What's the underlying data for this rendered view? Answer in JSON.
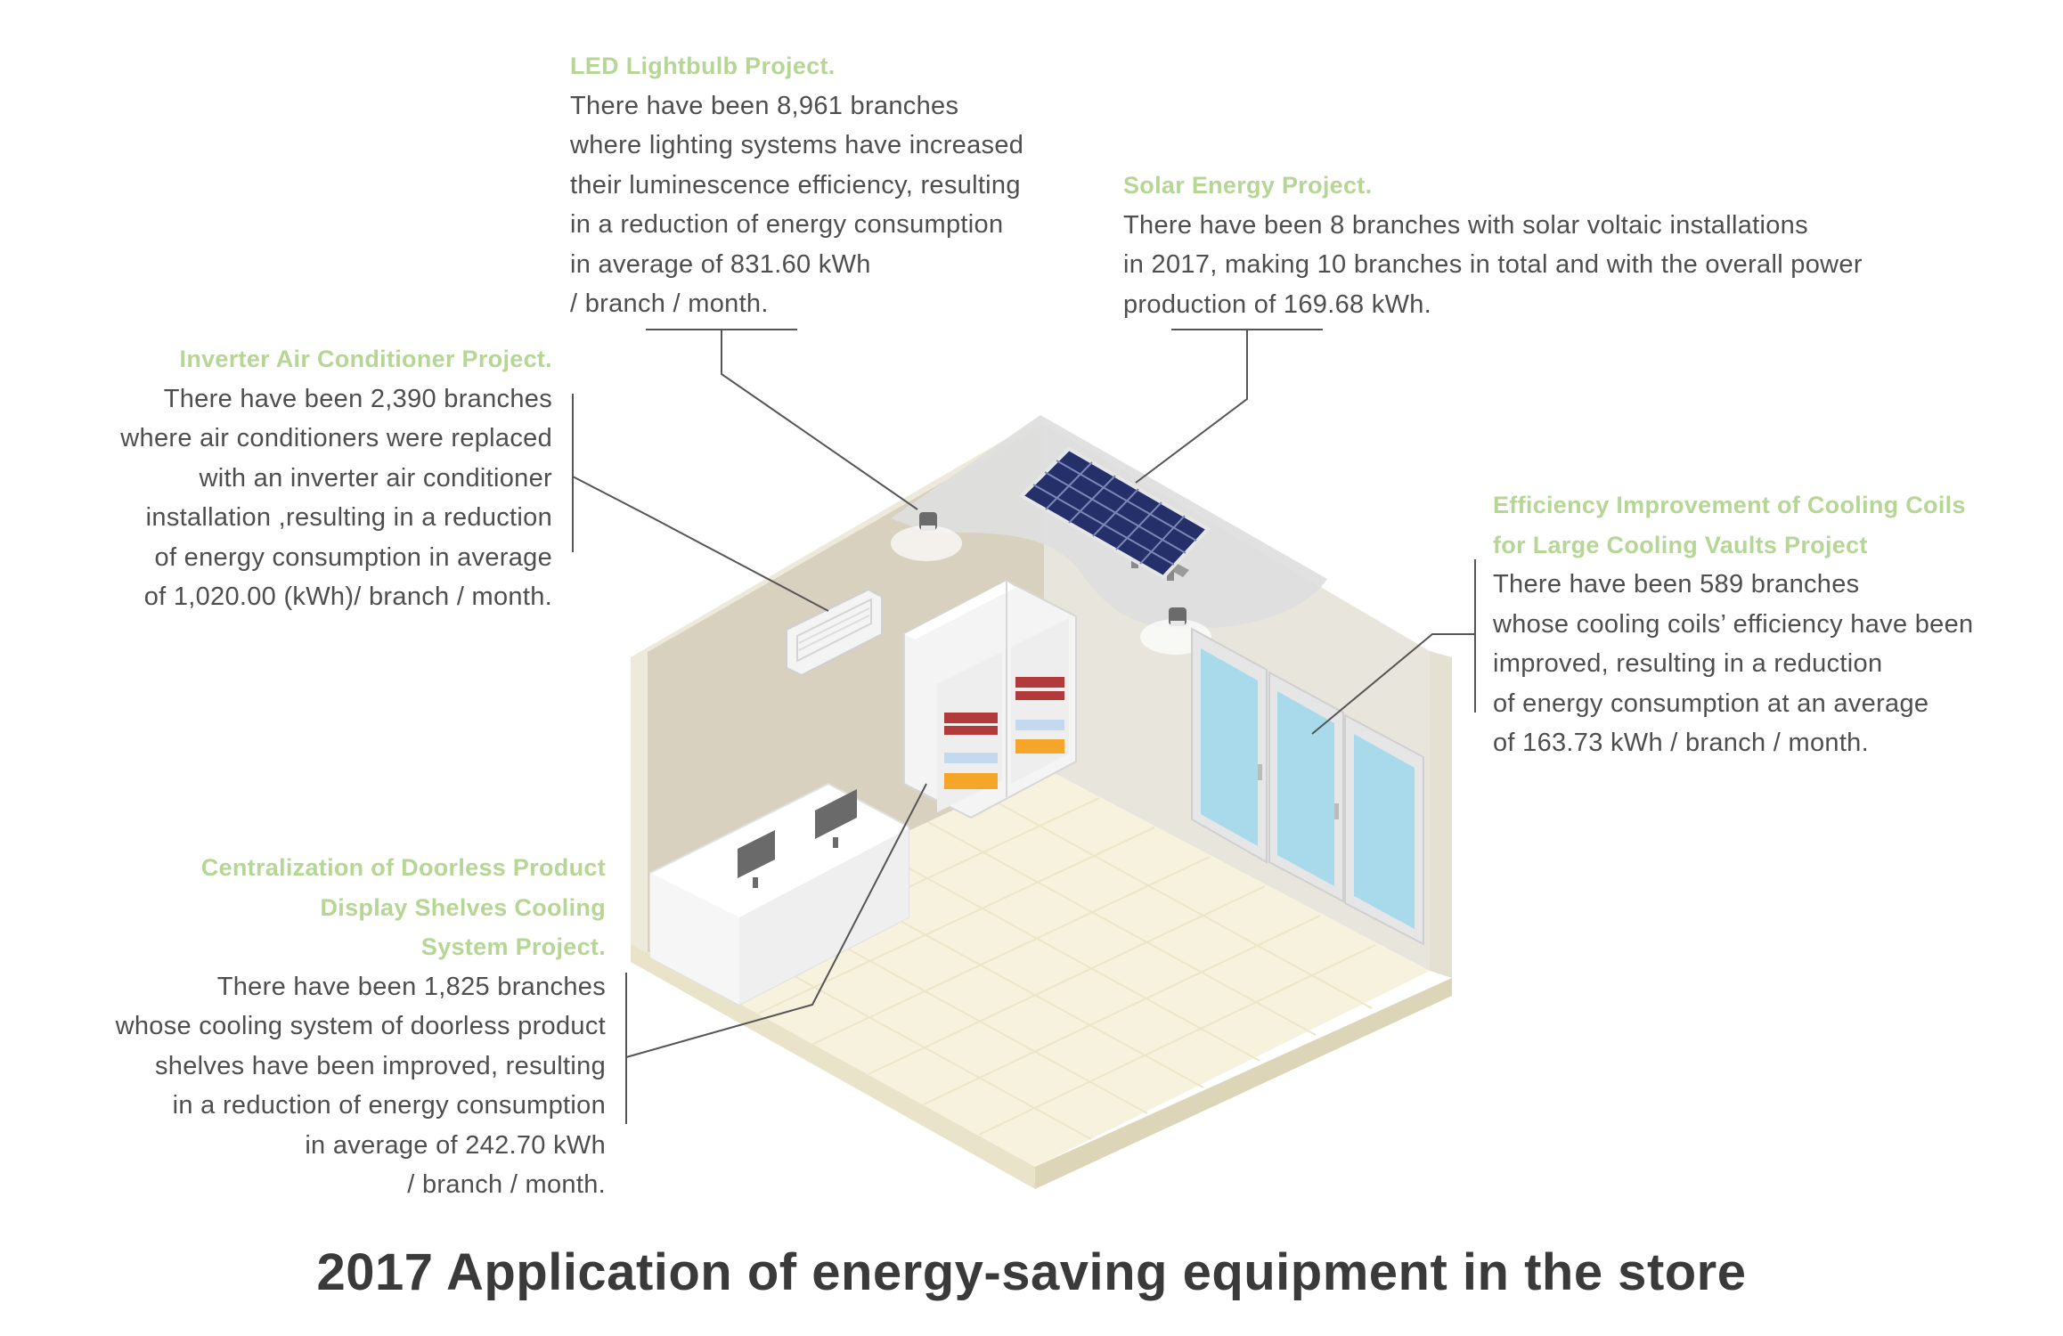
{
  "title": "2017 Application of energy-saving equipment in the store",
  "callouts": {
    "led": {
      "title": "LED Lightbulb Project.",
      "lines": [
        "There have been 8,961 branches",
        "where lighting systems have increased",
        "their luminescence efficiency, resulting",
        "in a reduction of energy consumption",
        "in average of 831.60 kWh",
        "/ branch / month."
      ]
    },
    "solar": {
      "title": "Solar Energy Project.",
      "lines": [
        "There have been 8 branches with solar voltaic installations",
        "in 2017, making 10 branches in total and with the overall power",
        "production of 169.68 kWh."
      ]
    },
    "inverter": {
      "title": "Inverter Air Conditioner Project.",
      "lines": [
        "There have been 2,390 branches",
        "where air conditioners were replaced",
        "with an inverter air conditioner",
        "installation ,resulting in a reduction",
        "of energy consumption in average",
        "of 1,020.00 (kWh)/ branch / month."
      ]
    },
    "coils": {
      "title_lines": [
        "Efficiency Improvement of Cooling Coils",
        "for Large Cooling Vaults Project"
      ],
      "lines": [
        "There have been 589 branches",
        "whose cooling coils’ efficiency have been",
        "improved, resulting in a reduction",
        "of energy consumption at an average",
        "of 163.73 kWh / branch / month."
      ]
    },
    "centralization": {
      "title_lines": [
        "Centralization of Doorless Product",
        "Display Shelves Cooling",
        "System Project."
      ],
      "lines": [
        "There have been 1,825 branches",
        "whose cooling system of doorless product",
        "shelves have been improved, resulting",
        "in a reduction of energy consumption",
        "in average of 242.70 kWh",
        "/ branch / month."
      ]
    }
  },
  "colors": {
    "heading_green": "#b6d696",
    "body_text": "#4e4e4e",
    "title_text": "#3a3a3a",
    "leader_line": "#555555",
    "wall_back": "#d9d1c0",
    "wall_right": "#e8e6dc",
    "floor": "#f6f2dd",
    "ceiling": "#dcdcdc",
    "fridge_glass": "#a9daec",
    "solar_panel": "#25306a"
  }
}
